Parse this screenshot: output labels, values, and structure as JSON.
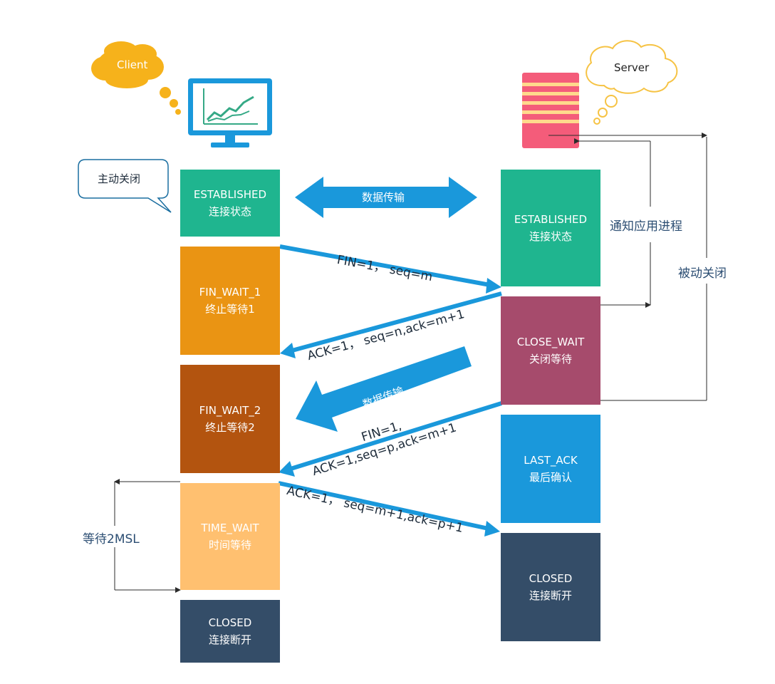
{
  "colors": {
    "established": "#1fb58f",
    "fin_wait_1": "#ea9413",
    "fin_wait_2": "#b3540f",
    "time_wait": "#ffc070",
    "closed": "#344d68",
    "close_wait": "#a64b6c",
    "last_ack": "#1a98db",
    "arrow": "#1a98db",
    "label_text": "#2c4e73",
    "client_cloud": "#f6b21b",
    "server_cloud_outline": "#f6c344",
    "server_icon": "#f45c7a"
  },
  "client": {
    "cloud_label": "Client",
    "bubble_label": "主动关闭",
    "icon": "monitor-chart-icon",
    "states": [
      {
        "name": "ESTABLISHED",
        "desc": "连接状态"
      },
      {
        "name": "FIN_WAIT_1",
        "desc": "终止等待1"
      },
      {
        "name": "FIN_WAIT_2",
        "desc": "终止等待2"
      },
      {
        "name": "TIME_WAIT",
        "desc": "时间等待"
      },
      {
        "name": "CLOSED",
        "desc": "连接断开"
      }
    ]
  },
  "server": {
    "cloud_label": "Server",
    "icon": "server-rack-icon",
    "states": [
      {
        "name": "ESTABLISHED",
        "desc": "连接状态"
      },
      {
        "name": "CLOSE_WAIT",
        "desc": "关闭等待"
      },
      {
        "name": "LAST_ACK",
        "desc": "最后确认"
      },
      {
        "name": "CLOSED",
        "desc": "连接断开"
      }
    ]
  },
  "labels": {
    "data_transfer_1": "数据传输",
    "data_transfer_2": "数据传输",
    "notify_app": "通知应用进程",
    "passive_close": "被动关闭",
    "wait_2msl": "等待2MSL"
  },
  "messages": {
    "fin1": "FIN=1，  seq=m",
    "ack1": "ACK=1，  seq=n,ack=m+1",
    "fin2_line1": "FIN=1,",
    "fin2_line2": "ACK=1,seq=p,ack=m+1",
    "ack2": "ACK=1，  seq=m+1,ack=p+1"
  }
}
